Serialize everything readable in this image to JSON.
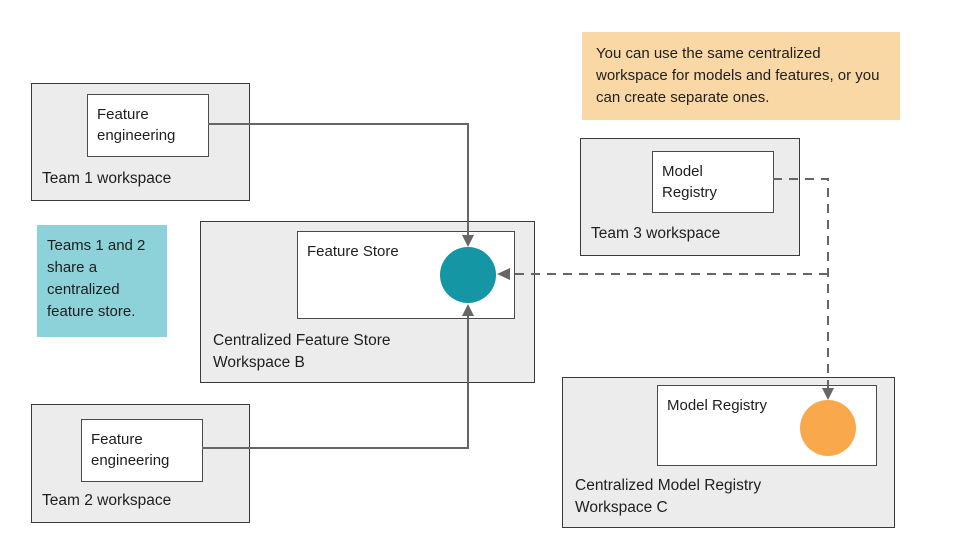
{
  "diagram": {
    "team1": {
      "workspace_label": "Team 1 workspace",
      "component_label": "Feature engineering"
    },
    "team2": {
      "workspace_label": "Team 2 workspace",
      "component_label": "Feature engineering"
    },
    "team3": {
      "workspace_label": "Team 3 workspace",
      "component_label": "Model Registry"
    },
    "workspace_b": {
      "component_label": "Feature Store",
      "label_line1": "Centralized Feature Store",
      "label_line2": "Workspace B"
    },
    "workspace_c": {
      "component_label": "Model Registry",
      "label_line1": "Centralized Model Registry",
      "label_line2": "Workspace C"
    },
    "notes": {
      "shared_feature_store": "Teams 1 and 2 share a centralized feature store.",
      "same_workspace": "You can use the same centralized workspace for models and features, or you can create separate ones."
    },
    "colors": {
      "feature_store_node": "#1496A5",
      "model_registry_node": "#F9A94B",
      "note_teal_bg": "#8ED2D9",
      "note_orange_bg": "#FAD8A5",
      "workspace_bg": "#ECECEC",
      "connector": "#666666"
    }
  }
}
